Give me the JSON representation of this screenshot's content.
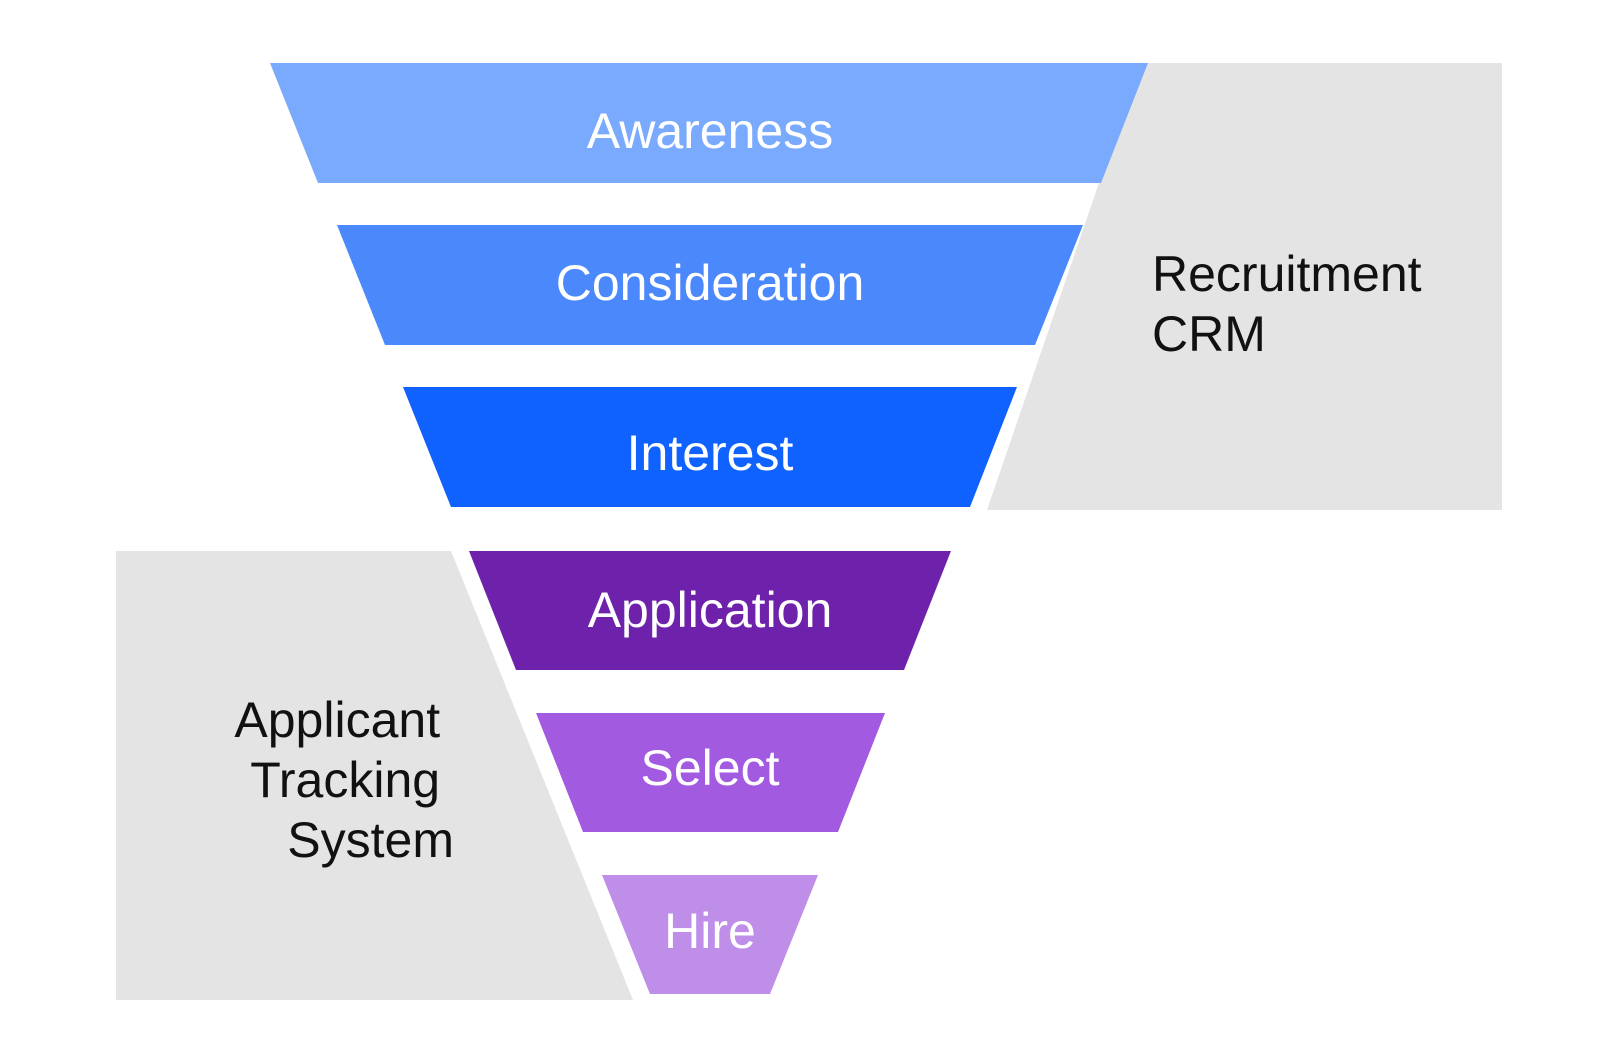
{
  "funnel": {
    "stages": [
      {
        "label": "Awareness",
        "color": "#7aaafe"
      },
      {
        "label": "Consideration",
        "color": "#4a88fb"
      },
      {
        "label": "Interest",
        "color": "#0f62fe"
      },
      {
        "label": "Application",
        "color": "#6e22ab"
      },
      {
        "label": "Select",
        "color": "#a25be0"
      },
      {
        "label": "Hire",
        "color": "#be8ee9"
      }
    ]
  },
  "systems": {
    "recruitment_crm": {
      "lines": [
        "Recruitment",
        "CRM"
      ],
      "color": "#e4e4e4"
    },
    "applicant_tracking": {
      "lines": [
        "Applicant",
        "Tracking",
        "System"
      ],
      "color": "#e4e4e4"
    }
  }
}
